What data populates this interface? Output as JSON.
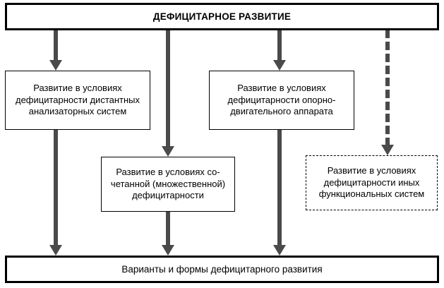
{
  "diagram": {
    "title": "ДЕФИЦИТАРНОЕ РАЗВИТИЕ",
    "language": "ru",
    "colors": {
      "box_border": "#000000",
      "arrow": "#4a4a4a",
      "background": "#ffffff",
      "text": "#000000"
    },
    "nodes": {
      "root": {
        "label": "ДЕФИЦИТАРНОЕ РАЗВИТИЕ",
        "style": "solid-thick-bold"
      },
      "distant_analyzers": {
        "label": "Развитие в условиях\nдефицитарности дистантных\nанализаторных систем",
        "style": "solid-thin"
      },
      "musculoskeletal": {
        "label": "Развитие в условиях\nдефицитарности опорно-\nдвигательного аппарата",
        "style": "solid-thin"
      },
      "combined": {
        "label": "Развитие в условиях со-\nчетанной (множественной)\nдефицитарности",
        "style": "solid-thin"
      },
      "other_systems": {
        "label": "Развитие в условиях\nдефицитарности иных\nфункциональных систем",
        "style": "dashed"
      },
      "outcome": {
        "label": "Варианты и формы дефицитарного развития",
        "style": "solid-thick"
      }
    },
    "edges": [
      {
        "name": "root-to-distant-analyzers",
        "style": "solid"
      },
      {
        "name": "root-to-combined",
        "style": "solid"
      },
      {
        "name": "root-to-musculoskeletal",
        "style": "solid"
      },
      {
        "name": "root-to-other-systems",
        "style": "dashed"
      },
      {
        "name": "distant-analyzers-to-outcome",
        "style": "solid"
      },
      {
        "name": "combined-to-outcome",
        "style": "solid"
      },
      {
        "name": "musculoskeletal-to-outcome",
        "style": "solid"
      }
    ]
  }
}
